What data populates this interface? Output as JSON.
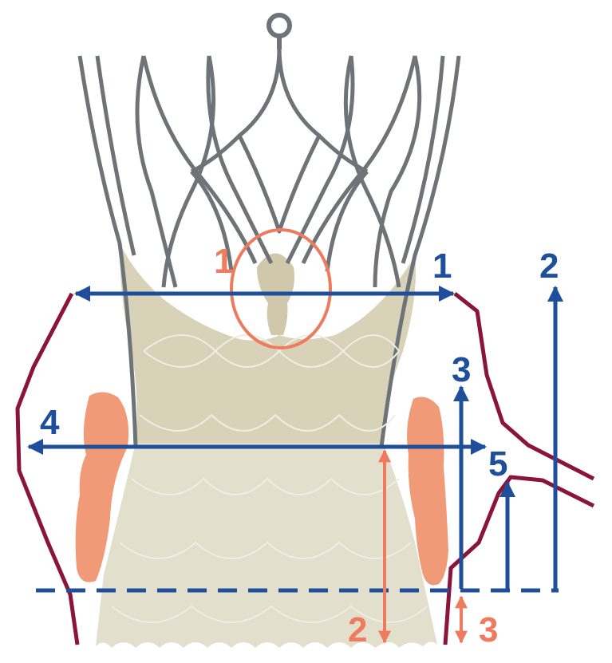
{
  "labels": {
    "blue_1": "1",
    "blue_2": "2",
    "blue_3": "3",
    "blue_4": "4",
    "blue_5": "5",
    "orange_1": "1",
    "orange_2": "2",
    "orange_3": "3"
  },
  "colors": {
    "measurement_blue": "#1f4e9a",
    "annotation_orange": "#ef7b5f",
    "wall_line": "#8a1538",
    "frame_gray": "#6e7378",
    "skirt_beige": "#ddd8c2",
    "calcium_salmon": "#f09a78"
  }
}
